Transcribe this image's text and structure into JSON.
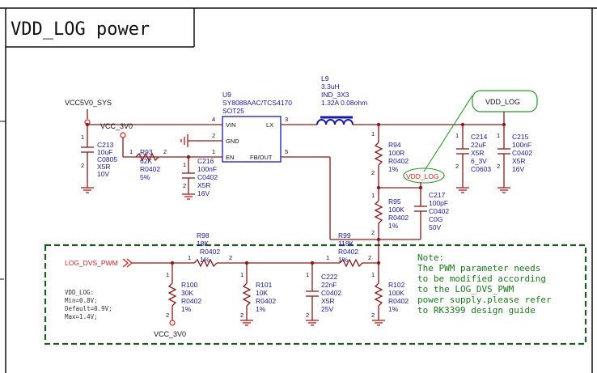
{
  "title": "VDD_LOG power",
  "colors": {
    "wire": "#8b1a1a",
    "label_blue": "#1a1a9e",
    "label_red": "#d42020",
    "note_green": "#1a7a1a"
  },
  "rails": {
    "vcc5v0_sys": "VCC5V0_SYS",
    "vcc_3v0_top": "VCC_3V0",
    "vcc_3v0_bottom": "VCC_3V0",
    "vdd_log": "VDD_LOG"
  },
  "ic": {
    "ref": "U9",
    "part": "SY8088AAC/TCS4170",
    "package": "SOT25",
    "pins": {
      "vin": {
        "name": "VIN",
        "num": "4"
      },
      "gnd": {
        "name": "GND",
        "num": "2"
      },
      "en": {
        "name": "EN",
        "num": "1"
      },
      "lx": {
        "name": "LX",
        "num": "3"
      },
      "fb": {
        "name": "FB/OUT",
        "num": "5"
      }
    }
  },
  "inductor": {
    "ref": "L9",
    "value": "3.3uH",
    "package": "IND_3X3",
    "rating": "1.32A  0.08ohm"
  },
  "components": {
    "C213": [
      "C213",
      "10uF",
      "C0805",
      "X5R",
      "10V"
    ],
    "R93": [
      "R93",
      "62K",
      "R0402",
      "5%"
    ],
    "C216": [
      "C216",
      "100nF",
      "C0402",
      "X5R",
      "16V"
    ],
    "R94": [
      "R94",
      "100R",
      "R0402",
      "1%"
    ],
    "C214": [
      "C214",
      "22uF",
      "X5R",
      "6_3V",
      "C0603"
    ],
    "C215": [
      "C215",
      "100nF",
      "C0402",
      "X5R",
      "16V"
    ],
    "R95": [
      "R95",
      "100K",
      "R0402",
      "1%"
    ],
    "C217": [
      "C217",
      "100pF",
      "C0402",
      "C0G",
      "50V"
    ],
    "R98": [
      "R98",
      "18K",
      "R0402",
      "1%"
    ],
    "R99": [
      "R99",
      "118K",
      "R0402",
      "1%"
    ],
    "R100": [
      "R100",
      "30K",
      "R0402",
      "1%"
    ],
    "R101": [
      "R101",
      "10K",
      "R0402",
      "1%"
    ],
    "C222": [
      "C222",
      "22nF",
      "C0402",
      "X5R",
      "25V"
    ],
    "R102": [
      "R102",
      "100K",
      "R0402",
      "1%"
    ]
  },
  "net_labels": {
    "log_dvs_pwm": "LOG_DVS_PWM",
    "vdd_log_flag": "VDD_LOG"
  },
  "ranges": [
    "VDD_LOG:",
    "Min=0.8V;",
    "Default=0.9V;",
    "Max=1.4V;"
  ],
  "note": [
    "Note:",
    "The PWM parameter needs",
    "to be modified according",
    "to the LOG_DVS_PWM",
    "power supply.please refer",
    "to RK3399 design guide"
  ],
  "pin_numbers": {
    "one": "1",
    "two": "2"
  }
}
